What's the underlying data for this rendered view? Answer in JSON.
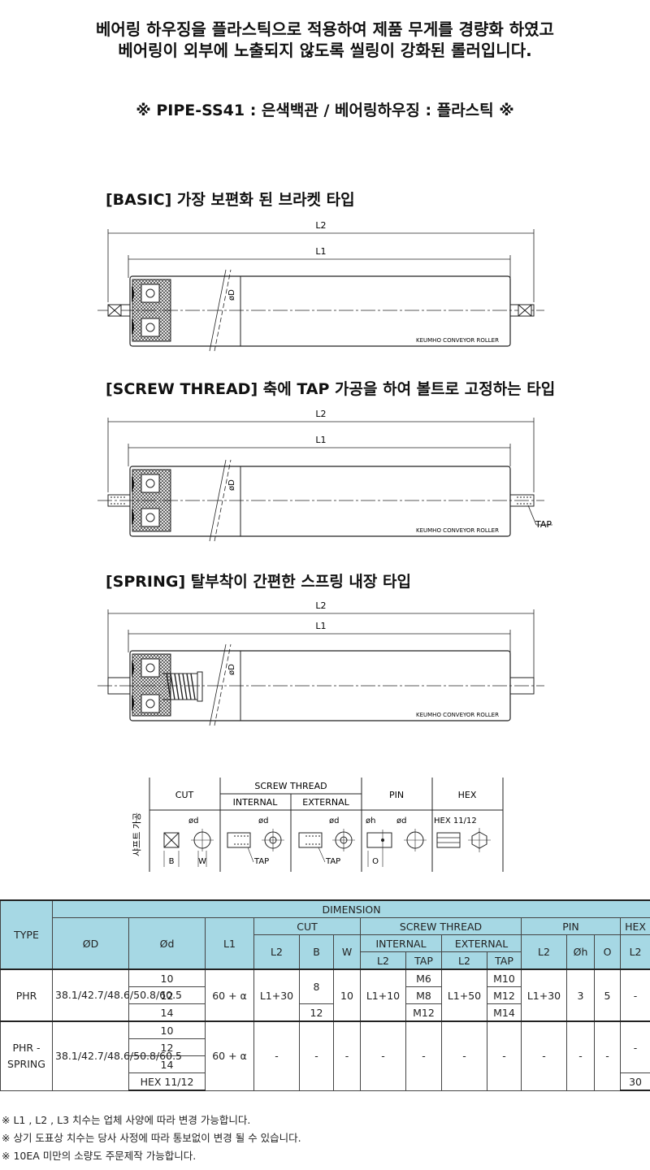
{
  "intro": {
    "line1": "베어링 하우징을 플라스틱으로 적용하여 제품 무게를 경량화 하였고",
    "line2": "베어링이 외부에 노출되지 않도록 씰링이 강화된 롤러입니다."
  },
  "spec_line": "※ PIPE-SS41 : 은색백관  /  베어링하우징 : 플라스틱 ※",
  "sections": [
    {
      "title": "[BASIC]  가장 보편화 된 브라켓 타입",
      "l2": "L2",
      "l1": "L1",
      "phi_d": "øD",
      "brand": "KEUMHO CONVEYOR ROLLER"
    },
    {
      "title": "[SCREW THREAD]  축에 TAP 가공을 하여 볼트로 고정하는 타입",
      "l2": "L2",
      "l1": "L1",
      "phi_d": "øD",
      "brand": "KEUMHO CONVEYOR ROLLER",
      "tap": "TAP"
    },
    {
      "title": "[SPRING]  탈부착이 간편한 스프링 내장 타입",
      "l2": "L2",
      "l1": "L1",
      "phi_d": "øD",
      "brand": "KEUMHO CONVEYOR ROLLER"
    }
  ],
  "shaft_table": {
    "side_label": "샤프트 가공",
    "cut": "CUT",
    "screw_thread": "SCREW THREAD",
    "internal": "INTERNAL",
    "external": "EXTERNAL",
    "pin": "PIN",
    "hex": "HEX",
    "phi_d": "ød",
    "phi_h": "øh",
    "b": "B",
    "w": "W",
    "tap": "TAP",
    "o": "O",
    "hex_size": "HEX 11/12"
  },
  "dimension_table": {
    "type": "TYPE",
    "dimension": "DIMENSION",
    "od": "ØD",
    "d": "Ød",
    "l1": "L1",
    "cut": "CUT",
    "screw_thread": "SCREW THREAD",
    "pin": "PIN",
    "hex": "HEX",
    "l2": "L2",
    "b": "B",
    "w": "W",
    "internal": "INTERNAL",
    "external": "EXTERNAL",
    "tap": "TAP",
    "oh": "Øh",
    "o": "O",
    "phr": {
      "type": "PHR",
      "od": "38.1/42.7/48.6/50.8/60.5",
      "d": [
        "10",
        "12",
        "14"
      ],
      "l1": "60 + α",
      "cut_l2": "L1+30",
      "cut_b": [
        "8",
        "12"
      ],
      "cut_w": "10",
      "int_l2": "L1+10",
      "int_tap": [
        "M6",
        "M8",
        "M12"
      ],
      "ext_l2": "L1+50",
      "ext_tap": [
        "M10",
        "M12",
        "M14"
      ],
      "pin_l2": "L1+30",
      "pin_oh": "3",
      "pin_o": "5",
      "hex_l2": "-"
    },
    "spring": {
      "type": "PHR - SPRING",
      "od": "38.1/42.7/48.6/50.8/60.5",
      "d": [
        "10",
        "12",
        "14",
        "HEX 11/12"
      ],
      "l1": "60 + α",
      "dash": "-",
      "hex_l2": "-",
      "hex_l2_value": "30"
    }
  },
  "footnotes": [
    "※ L1 , L2 , L3 치수는 업체 사양에 따라 변경 가능합니다.",
    "※ 상기 도표상 치수는 당사 사정에 따라 통보없이 변경 될 수 있습니다.",
    "※ 10EA 미만의 소량도 주문제작 가능합니다."
  ],
  "colors": {
    "header_bg": "#a6d8e4",
    "line": "#222222"
  }
}
